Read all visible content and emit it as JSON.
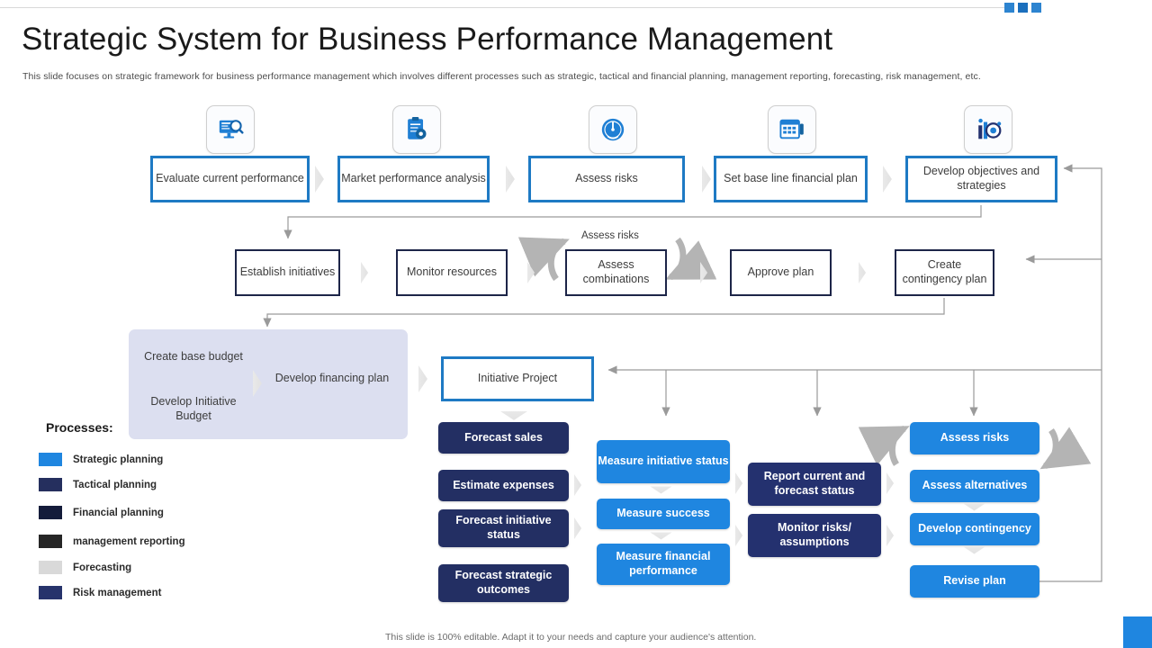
{
  "header": {
    "title": "Strategic System for Business Performance Management",
    "subtitle": "This slide focuses on strategic framework for business performance management which involves different processes such as strategic, tactical and financial planning,  management  reporting,  forecasting, risk management, etc.",
    "footer": "This slide is 100% editable.  Adapt it to your needs and capture your audience's attention."
  },
  "row_top": {
    "items": [
      {
        "label": "Evaluate  current performance",
        "icon": "monitor-search-icon"
      },
      {
        "label": "Market performance analysis",
        "icon": "clipboard-gear-icon"
      },
      {
        "label": "Assess risks",
        "icon": "gauge-icon"
      },
      {
        "label": "Set base line financial plan",
        "icon": "calendar-icon"
      },
      {
        "label": "Develop  objectives  and strategies",
        "icon": "bar-target-icon"
      }
    ]
  },
  "row_second": {
    "arc_label": "Assess risks",
    "items": [
      {
        "label": "Establish initiatives"
      },
      {
        "label": "Monitor resources"
      },
      {
        "label": "Assess combinations"
      },
      {
        "label": "Approve plan"
      },
      {
        "label": "Create contingency plan"
      }
    ]
  },
  "budget_panel": {
    "create_base_budget": "Create  base budget",
    "develop_initiative_budget": "Develop Initiative  Budget",
    "develop_financing_plan": "Develop  financing plan"
  },
  "initiative": {
    "label": "Initiative  Project"
  },
  "forecast_column": {
    "items": [
      "Forecast sales",
      "Estimate expenses",
      "Forecast initiative status",
      "Forecast strategic outcomes"
    ]
  },
  "measure_column": {
    "items": [
      "Measure initiative status",
      "Measure success",
      "Measure financial performance"
    ]
  },
  "report_column": {
    "items": [
      "Report current and forecast status",
      "Monitor risks/ assumptions"
    ]
  },
  "risk_column": {
    "items": [
      "Assess  risks",
      "Assess  alternatives",
      "Develop contingency",
      "Revise plan"
    ]
  },
  "legend": {
    "title": "Processes:",
    "items": [
      {
        "label": "Strategic planning",
        "color": "#1f86e0"
      },
      {
        "label": "Tactical planning",
        "color": "#252f5e"
      },
      {
        "label": "Financial  planning",
        "color": "#141c3a"
      },
      {
        "label": "management reporting",
        "color": "#262626"
      },
      {
        "label": "Forecasting",
        "color": "#d9d9d9"
      },
      {
        "label": "Risk management",
        "color": "#27336b"
      }
    ]
  },
  "colors": {
    "accent_blue": "#1f86e0",
    "outline_blue": "#1e7ac4",
    "navy": "#24316f",
    "lavender": "#dcdff0",
    "wire": "#9a9a9a"
  }
}
